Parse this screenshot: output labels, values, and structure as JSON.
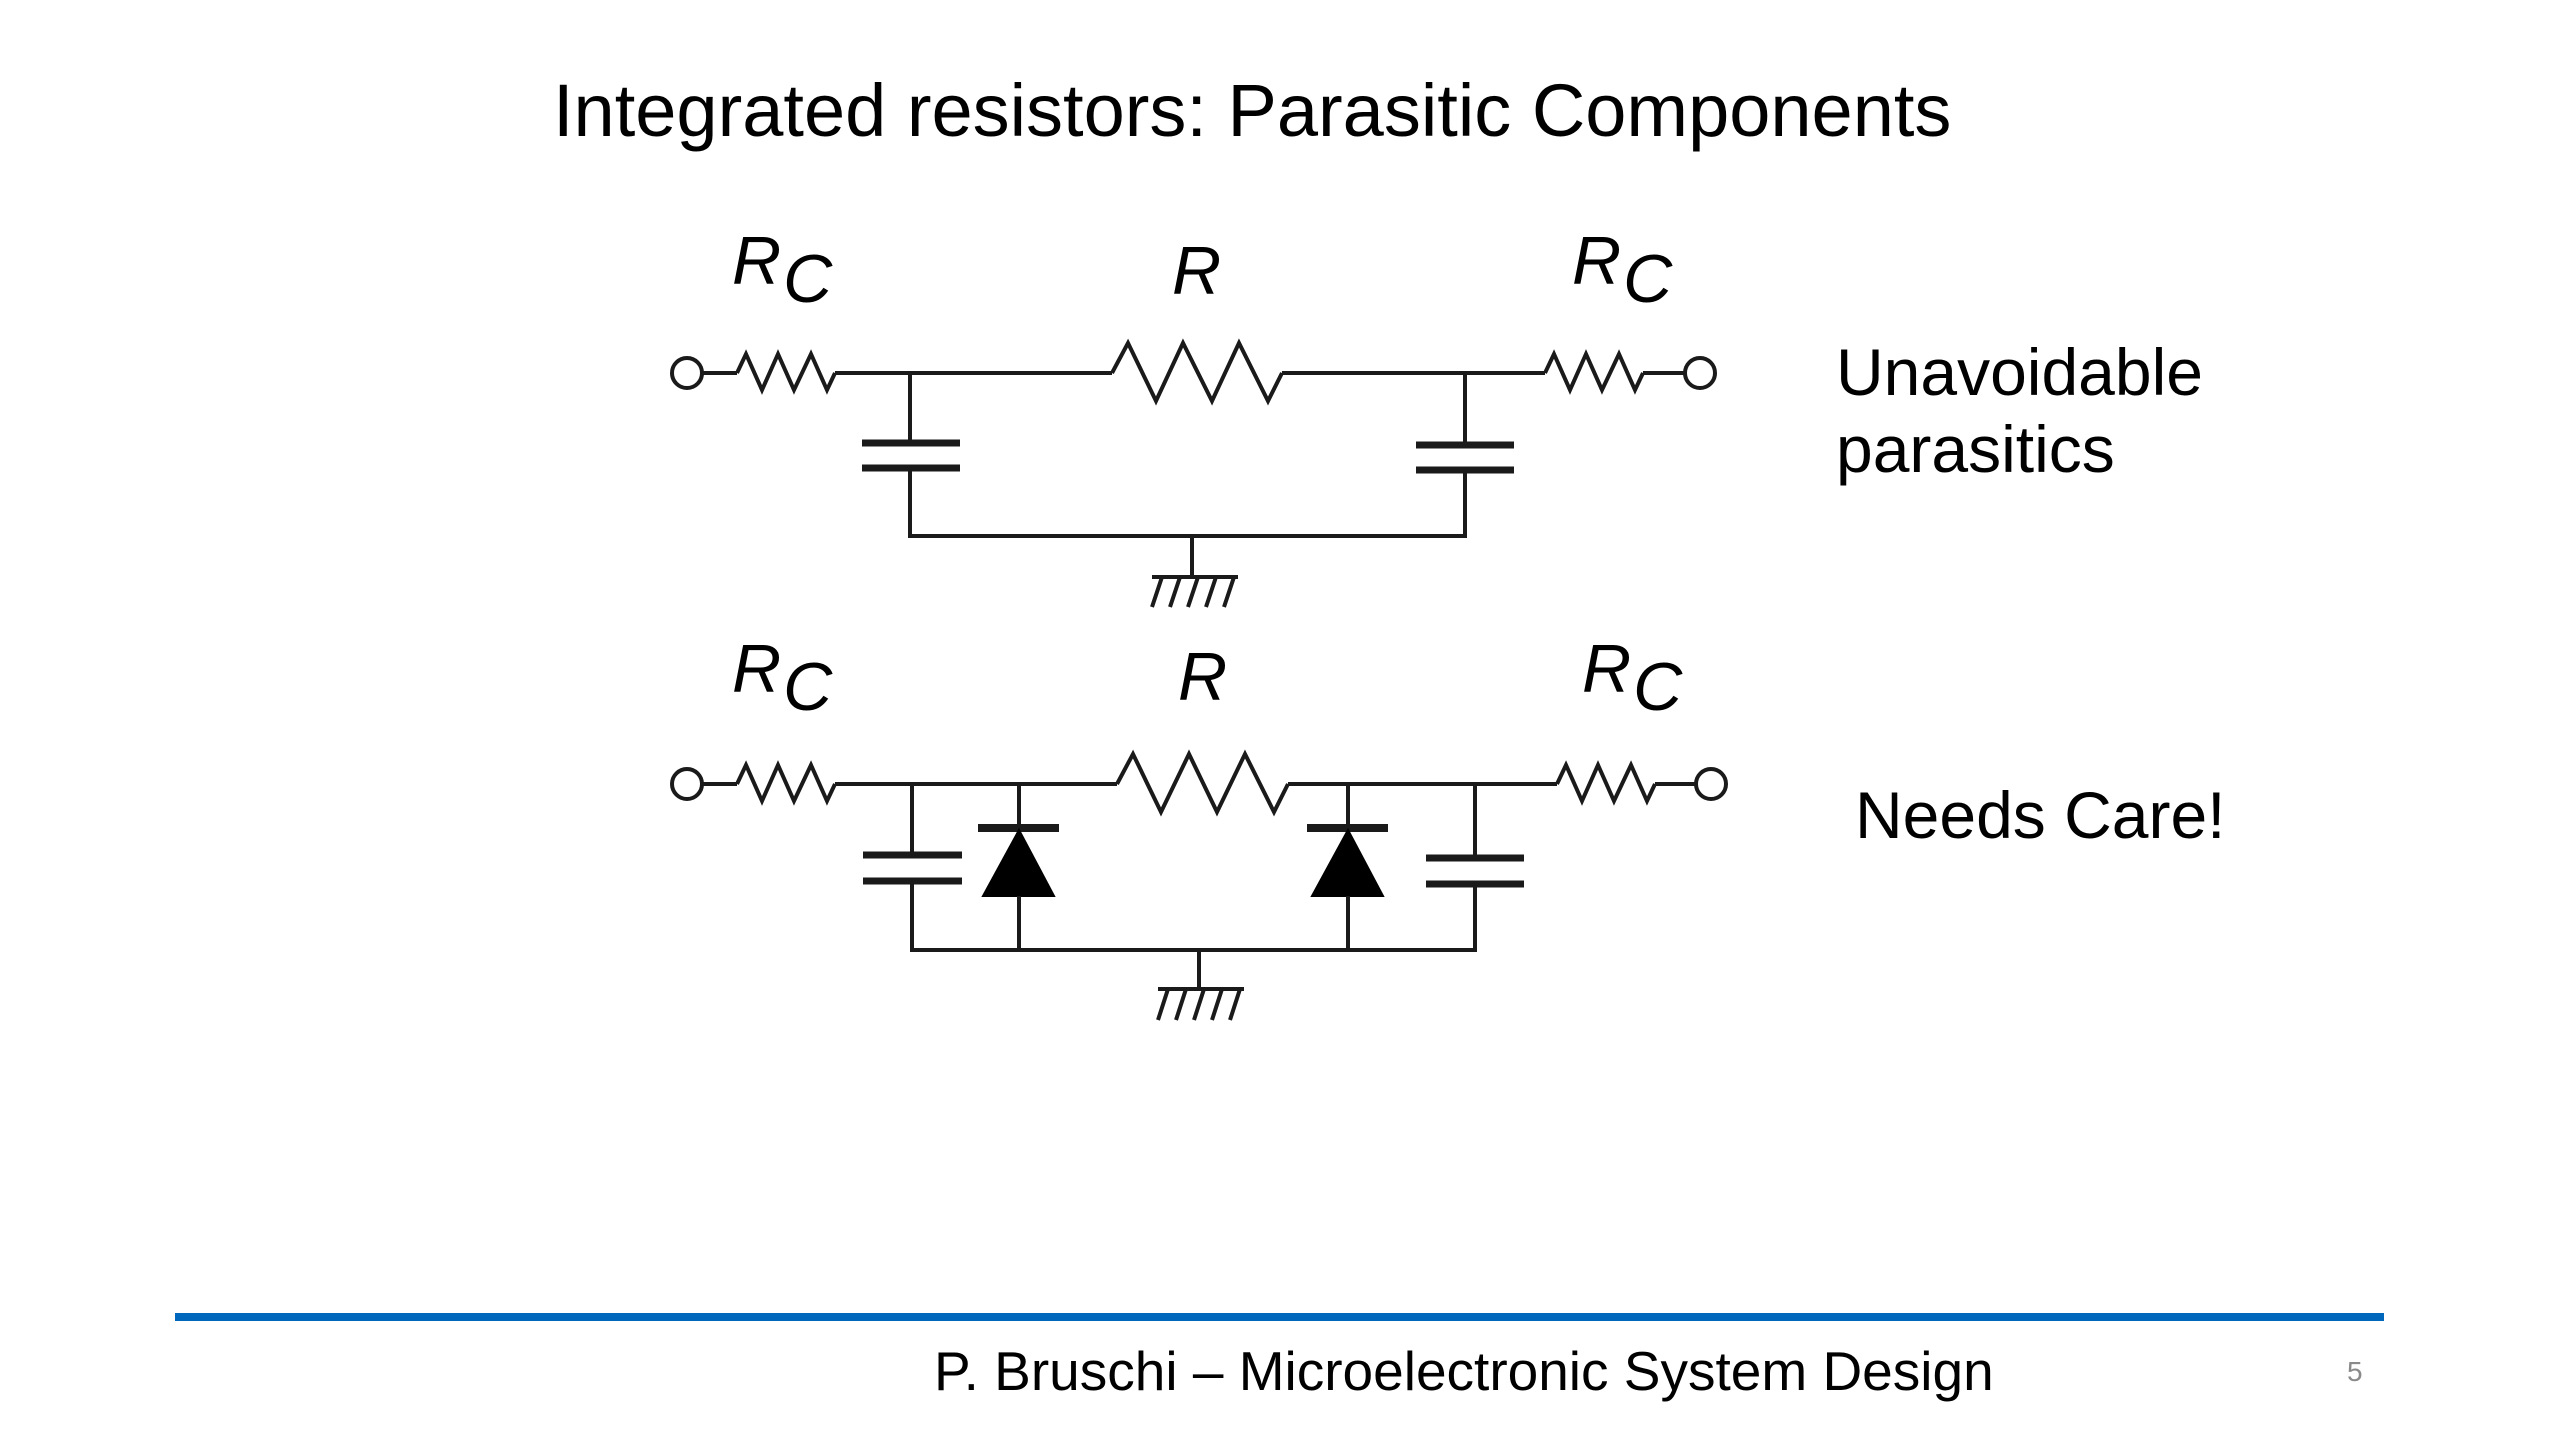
{
  "slide": {
    "title": "Integrated resistors: Parasitic Components",
    "notes": [
      {
        "lines": [
          "Unavoidable",
          "parasitics"
        ]
      },
      {
        "lines": [
          "Needs Care!"
        ]
      }
    ],
    "footer": {
      "text": "P. Bruschi – Microelectronic System Design",
      "page_number": "5",
      "rule_color": "#0068bc"
    }
  },
  "circuits": [
    {
      "name": "unavoidable-parasitics-circuit",
      "components": [
        "terminal",
        "Rc",
        "capacitor",
        "R",
        "capacitor",
        "Rc",
        "terminal",
        "ground"
      ],
      "labels": {
        "left_resistor": {
          "main": "R",
          "sub": "C"
        },
        "center_resistor": {
          "main": "R",
          "sub": ""
        },
        "right_resistor": {
          "main": "R",
          "sub": "C"
        }
      }
    },
    {
      "name": "junction-parasitics-circuit",
      "components": [
        "terminal",
        "Rc",
        "capacitor",
        "diode",
        "R",
        "diode",
        "capacitor",
        "Rc",
        "terminal",
        "ground"
      ],
      "labels": {
        "left_resistor": {
          "main": "R",
          "sub": "C"
        },
        "center_resistor": {
          "main": "R",
          "sub": ""
        },
        "right_resistor": {
          "main": "R",
          "sub": "C"
        }
      }
    }
  ]
}
